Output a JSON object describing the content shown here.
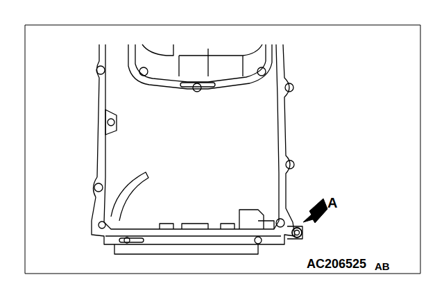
{
  "diagram": {
    "labels": [
      "A",
      "AC206525",
      "AB"
    ]
  }
}
